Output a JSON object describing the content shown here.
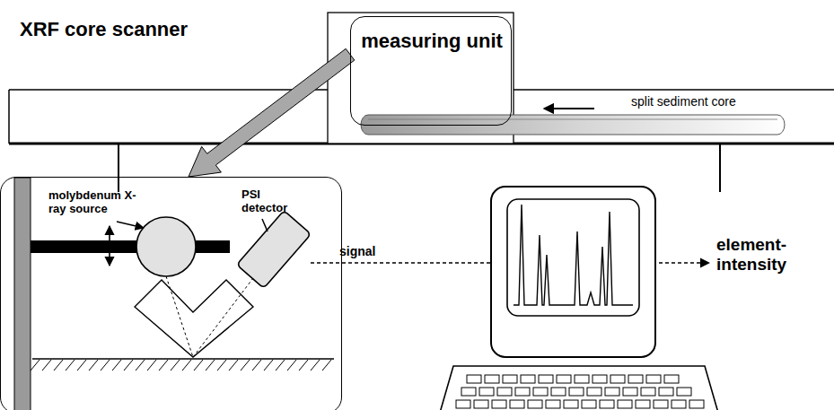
{
  "diagram": {
    "title": "XRF core scanner",
    "nodes": [
      {
        "text": [
          "measuring unit"
        ]
      },
      {
        "text": [
          "molybdenum X-ray source",
          "PSI detector"
        ]
      }
    ],
    "edges": [
      {
        "from": 0,
        "to": 1,
        "arrow": "to"
      }
    ],
    "labels": [
      "split sediment core",
      "signal",
      "element-intensity"
    ]
  }
}
